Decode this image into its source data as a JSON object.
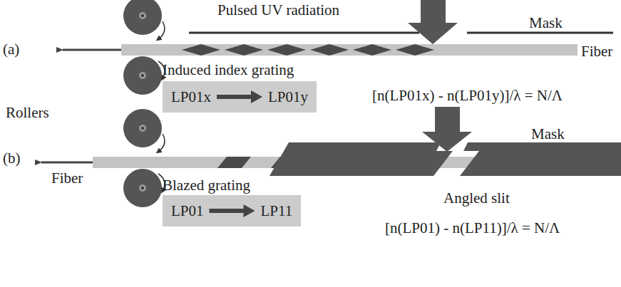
{
  "diagram": {
    "nodes": [
      {
        "text": [
          "LP01x",
          "LP01y"
        ]
      },
      {
        "text": [
          "LP01",
          "LP11"
        ]
      }
    ],
    "labels": [
      "Pulsed UV radiation",
      "Mask",
      "(a)",
      "Fiber",
      "Induced index grating",
      "[n(LP01x) - n(LP01y)]/λ = N/Λ",
      "Rollers",
      "(b)",
      "Fiber",
      "Mask",
      "Blazed grating",
      "Angled slit",
      "[n(LP01) - n(LP11)]/λ = N/Λ"
    ]
  }
}
